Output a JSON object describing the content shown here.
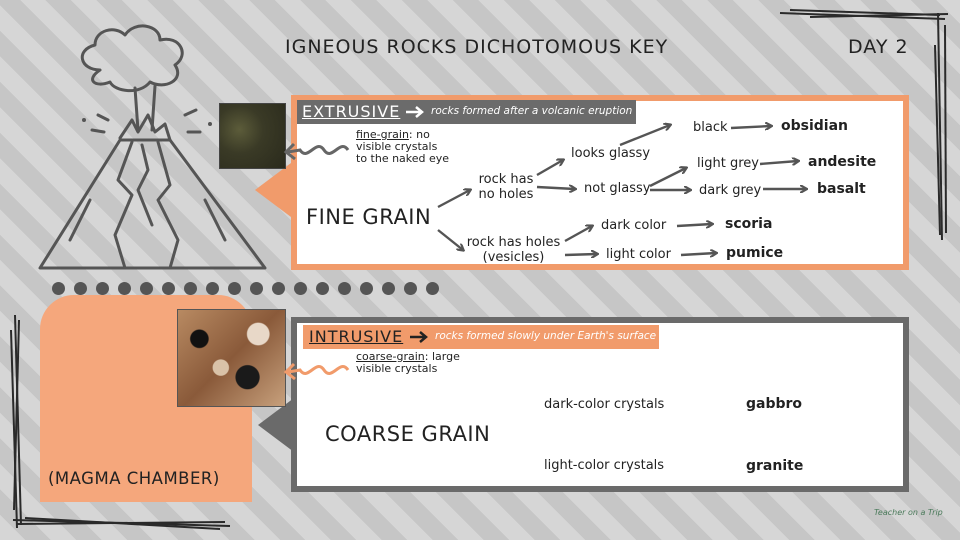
{
  "header": {
    "title": "IGNEOUS ROCKS DICHOTOMOUS KEY",
    "day": "DAY 2"
  },
  "extrusive": {
    "label": "EXTRUSIVE",
    "description": "rocks formed after a volcanic eruption",
    "grain_term": "fine-grain",
    "grain_desc_1": ": no",
    "grain_desc_2": "visible crystals",
    "grain_desc_3": "to the naked eye",
    "heading": "FINE GRAIN",
    "no_holes_1": "rock has",
    "no_holes_2": "no holes",
    "holes_1": "rock has holes",
    "holes_2": "(vesicles)",
    "glassy": "looks glassy",
    "not_glassy": "not glassy",
    "black": "black",
    "light_grey": "light grey",
    "dark_grey": "dark grey",
    "dark_color": "dark color",
    "light_color": "light color",
    "obsidian": "obsidian",
    "andesite": "andesite",
    "basalt": "basalt",
    "scoria": "scoria",
    "pumice": "pumice"
  },
  "intrusive": {
    "label": "INTRUSIVE",
    "description": "rocks formed slowly under Earth's surface",
    "grain_term": "coarse-grain",
    "grain_desc_1": ": large",
    "grain_desc_2": "visible crystals",
    "heading": "COARSE GRAIN",
    "dark_crystals": "dark-color crystals",
    "light_crystals": "light-color crystals",
    "gabbro": "gabbro",
    "granite": "granite"
  },
  "magma_chamber": "(MAGMA CHAMBER)",
  "logo": "Teacher on a Trip",
  "colors": {
    "accent_orange": "#f19b6b",
    "dark_grey": "#6a6a6a"
  }
}
